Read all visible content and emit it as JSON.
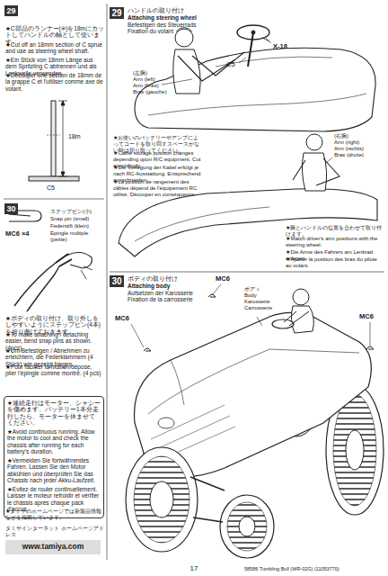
{
  "diagram": {
    "nodes": [
      {
        "text": [
          "29"
        ]
      },
      {
        "text": [
          "30"
        ]
      },
      {
        "text": [
          "29",
          "ハンドルの取り付け",
          "Attaching steering wheel",
          "Befestigen des Steuerrads",
          "Fixation du volant"
        ]
      },
      {
        "text": [
          "30",
          "ボディの取り付け",
          "Attaching body",
          "Aufsetzen der Karosserie",
          "Fixation de la carrosserie"
        ]
      },
      {
        "text": [
          "★連続走行はモーター、シャシーを傷めます。バッテリー1本分走行したら、モーターを休ませてください。",
          "★Avoid continuous running. Allow the motor to cool and check the chassis after running for each battery's duration.",
          "★Vermeiden Sie fortwährendes Fahren. Lassen Sie den Motor abkühlen und überprüfen Sie das Chassis nach jeder Akku-Laufzeit.",
          "★Evitez de rouler continuellement. Laisser le moteur refroidir et vérifier le châssis après chaque pack d'accus."
        ]
      }
    ],
    "labels": [
      "★C部品のランナー(※)を18mにカットしてハンドルの軸として使います。",
      "★Cut off an 18mm section of C sprue and use as steering wheel shaft.",
      "★Ein Stück von 18mm Länge aus dem Spritzling C abtrennen und als Lenkwelle verwenden.",
      "★Découper une section de 18mm de la grappe C et l'utiliser comme axe de volant.",
      "18m",
      "C5",
      "MC6 ×4",
      "ステップピン(小)",
      "Snap pin (small)",
      "Federstift (klein)",
      "Epingle multiple (petite)",
      "★ボディの取り付け、取り外しをしやすいようにステップピン(4本)を折り曲げておきます。",
      "★To make attaching / detaching easier, bend snap pins as shown. (4pcs)",
      "★Um Befestigen / Abnehmen zu erleichtern, die Federklammern (4 Stück) wie gezeigt biegen.",
      "★Pour faciliter la fixation/dépose, plier l'épingle comme montré. (4 pcs)",
      "★タミヤのホームページでは新製品情報などを掲載しています。",
      "タミヤインターネット ホームページアドレス",
      "www.tamiya.com",
      "C5",
      "X-18",
      "(左腕)",
      "Arm (left)",
      "Arm (links)",
      "Bras (gauche)",
      "★お使いのバッテリーやアンプによってコードを取り回すスペースがない時は切り取ってください。",
      "★Cable storage position changes depending upon R/C equipment. Cut accordingly.",
      "★Die Verlegung der Kabel erfolgt je nach RC-Ausstattung. Entsprechend ausschneiden.",
      "★La position de rangement des câbles dépend de l'équipement RC utilisé. Découper en conséquence.",
      "(右腕)",
      "Arm (right)",
      "Arm (rechts)",
      "Bras (droite)",
      "★腕とハンドルの位置を合わせて取り付けます。",
      "★Match driver's arm positions with the steering wheel.",
      "★Die Arme des Fahrers am Lenkrad anlegen.",
      "★Ajuster la position des bras du pilote au volant.",
      "MC6",
      "MC6",
      "MC6",
      "ボディ",
      "Body",
      "Karosserie",
      "Carrosserie",
      "17",
      "58586 Tumbling Bull (WR-02G) (11053770)"
    ]
  }
}
